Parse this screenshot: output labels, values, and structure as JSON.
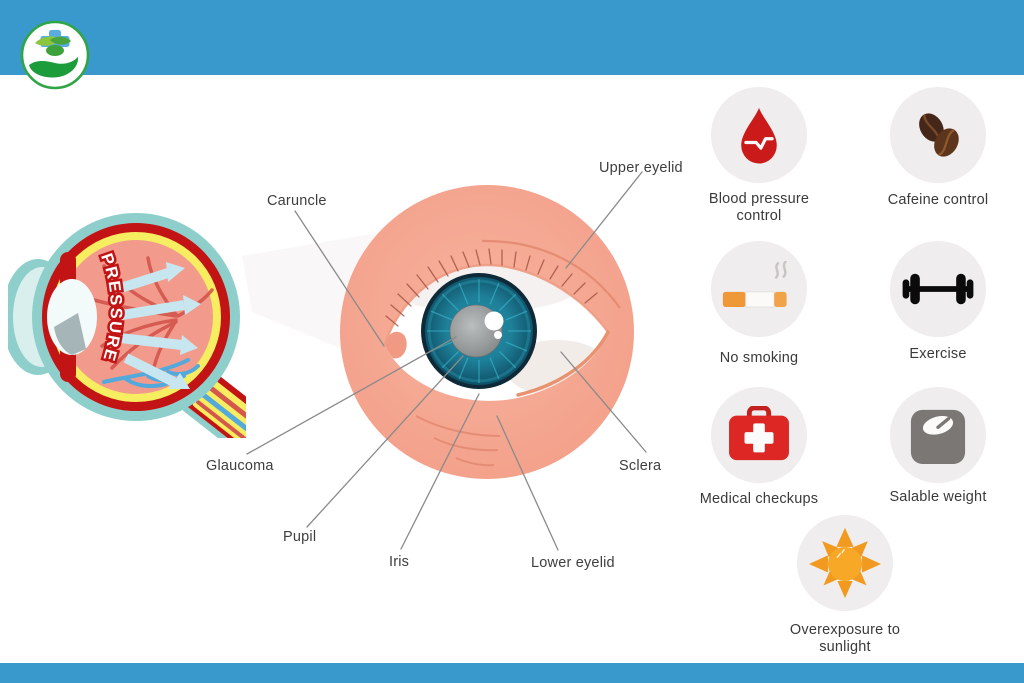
{
  "brand": {
    "logo_name": "hand-holding-medical-cross-logo"
  },
  "colors": {
    "accent_blue": "#3A99CC",
    "skin_salmon": "#F4A48E",
    "iris_teal": "#1E7F98",
    "alert_red": "#CB1A1A",
    "icon_circle_gray": "#EFEDED"
  },
  "pressure_diagram": {
    "banner_label": "PRESSURE"
  },
  "anatomy": {
    "caruncle": "Caruncle",
    "upper_eyelid": "Upper eyelid",
    "glaucoma": "Glaucoma",
    "pupil": "Pupil",
    "iris": "Iris",
    "lower_eyelid": "Lower eyelid",
    "sclera": "Sclera"
  },
  "prevention": {
    "items": [
      {
        "label": "Blood pressure control",
        "icon": "blood-drop-icon"
      },
      {
        "label": "Cafeine control",
        "icon": "coffee-beans-icon"
      },
      {
        "label": "No smoking",
        "icon": "cigarette-icon"
      },
      {
        "label": "Exercise",
        "icon": "dumbbell-icon"
      },
      {
        "label": "Medical checkups",
        "icon": "first-aid-kit-icon"
      },
      {
        "label": "Salable weight",
        "icon": "weight-scale-icon"
      },
      {
        "label": "Overexposure to sunlight",
        "icon": "sun-icon"
      }
    ]
  }
}
